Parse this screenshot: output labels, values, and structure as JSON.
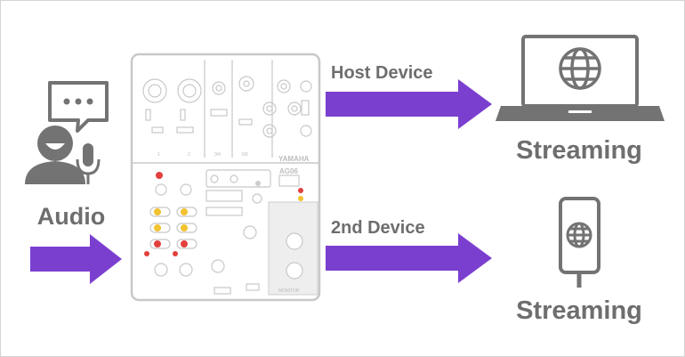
{
  "labels": {
    "audio": "Audio",
    "host_device": "Host Device",
    "second_device": "2nd Device",
    "streaming_laptop": "Streaming",
    "streaming_phone": "Streaming"
  },
  "mixer": {
    "brand": "YAMAHA",
    "model": "AG06",
    "channel_numbers": [
      "1",
      "2",
      "3/4",
      "5/6"
    ],
    "monitor_label": "MONITOR"
  },
  "icons": {
    "person": "person-speaking-icon",
    "speech": "speech-bubble-icon",
    "microphone": "microphone-icon",
    "laptop": "laptop-globe-icon",
    "phone": "smartphone-globe-icon"
  },
  "colors": {
    "arrow": "#7b3fd0",
    "text": "#6e6e6e",
    "icon": "#737373",
    "mixer_line": "#c8c8c8",
    "accent_red": "#e2403d",
    "accent_yellow": "#f2c230"
  }
}
